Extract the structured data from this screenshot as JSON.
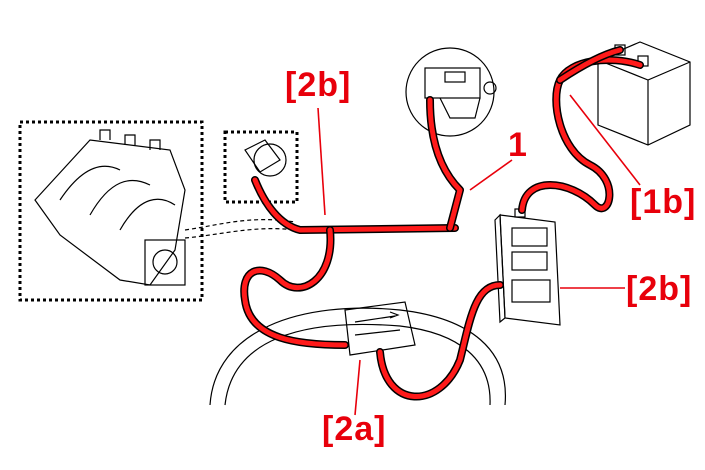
{
  "diagram": {
    "labels": {
      "hose_junction_top": "[2b]",
      "sensor_hose": "1",
      "battery_leads": "[1b]",
      "tester_unit": "[2b]",
      "pressure_module": "[2a]"
    },
    "colors": {
      "hose": "#ff1a1a",
      "label": "#e8000b",
      "outline": "#000000"
    }
  }
}
